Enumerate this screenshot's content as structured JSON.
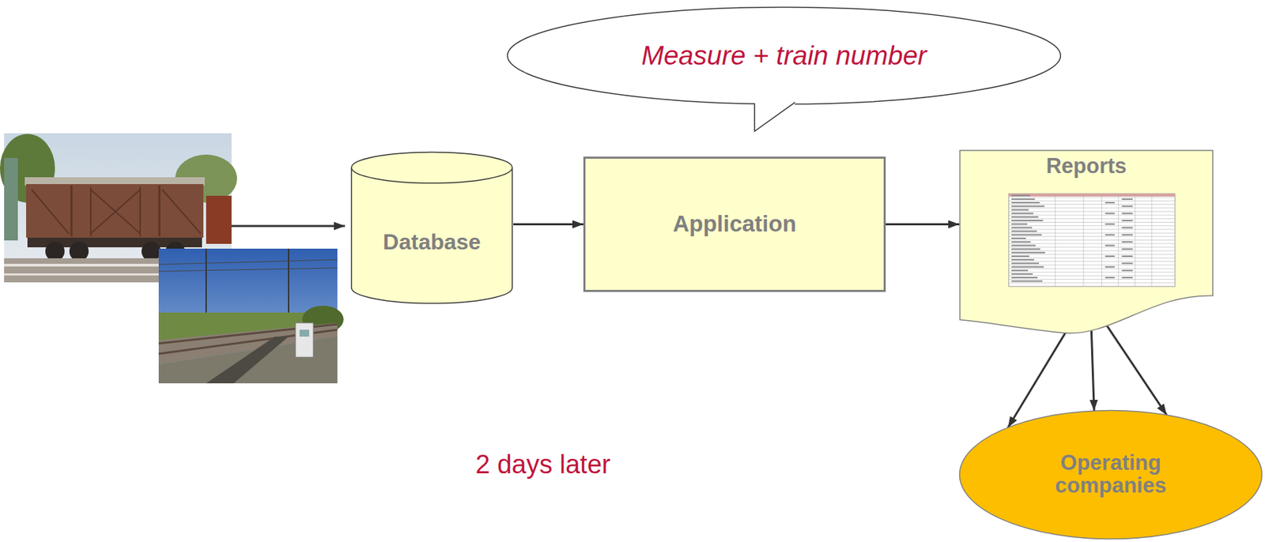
{
  "diagram": {
    "nodes": [
      {
        "text": [
          "Measure + train number"
        ]
      },
      {
        "text": [
          "Database"
        ]
      },
      {
        "text": [
          "Application"
        ]
      },
      {
        "text": [
          "Reports"
        ]
      },
      {
        "text": [
          "Operating companies"
        ]
      }
    ],
    "edges": [
      {
        "from": 1,
        "to": 2,
        "arrow": "to"
      },
      {
        "from": 2,
        "to": 3,
        "arrow": "to"
      },
      {
        "from": 3,
        "to": 4,
        "arrow": "to"
      },
      {
        "from": 3,
        "to": 4,
        "arrow": "to"
      },
      {
        "from": 3,
        "to": 4,
        "arrow": "to"
      }
    ],
    "labels": [
      "2 days later"
    ]
  }
}
